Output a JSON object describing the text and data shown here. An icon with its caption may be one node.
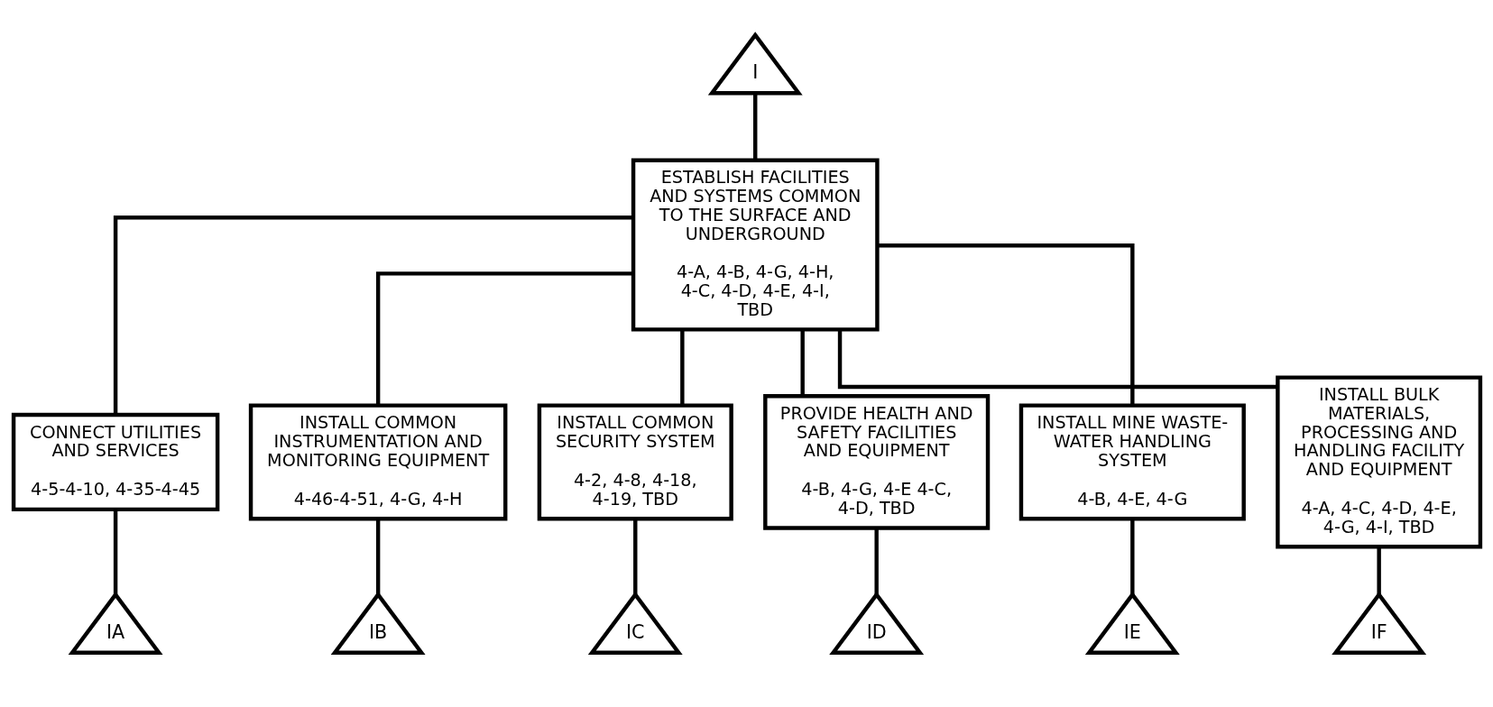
{
  "diagram": {
    "nodes": [
      {
        "text": [
          "I"
        ]
      },
      {
        "text": [
          "ESTABLISH FACILITIES AND SYSTEMS COMMON TO THE SURFACE AND UNDERGROUND",
          "4-A, 4-B, 4-G, 4-H, 4-C, 4-D, 4-E, 4-I, TBD"
        ]
      },
      {
        "text": [
          "CONNECT UTILITIES AND SERVICES",
          "4-5-4-10, 4-35-4-45"
        ]
      },
      {
        "text": [
          "INSTALL COMMON INSTRUMENTATION AND MONITORING EQUIPMENT",
          "4-46-4-51, 4-G, 4-H"
        ]
      },
      {
        "text": [
          "INSTALL COMMON SECURITY SYSTEM",
          "4-2, 4-8, 4-18, 4-19, TBD"
        ]
      },
      {
        "text": [
          "PROVIDE HEALTH AND SAFETY FACILITIES AND EQUIPMENT",
          "4-B, 4-G, 4-E 4-C, 4-D, TBD"
        ]
      },
      {
        "text": [
          "INSTALL MINE WASTE-WATER HANDLING SYSTEM",
          "4-B, 4-E, 4-G"
        ]
      },
      {
        "text": [
          "INSTALL BULK MATERIALS, PROCESSING AND HANDLING FACILITY AND EQUIPMENT",
          "4-A, 4-C, 4-D, 4-E, 4-G, 4-I, TBD"
        ]
      },
      {
        "text": [
          "IA"
        ]
      },
      {
        "text": [
          "IB"
        ]
      },
      {
        "text": [
          "IC"
        ]
      },
      {
        "text": [
          "ID"
        ]
      },
      {
        "text": [
          "IE"
        ]
      },
      {
        "text": [
          "IF"
        ]
      }
    ],
    "edges": [
      {
        "from": 0,
        "to": 1,
        "arrow": "none"
      },
      {
        "from": 1,
        "to": 2,
        "arrow": "none"
      },
      {
        "from": 1,
        "to": 3,
        "arrow": "none"
      },
      {
        "from": 1,
        "to": 4,
        "arrow": "none"
      },
      {
        "from": 1,
        "to": 5,
        "arrow": "none"
      },
      {
        "from": 1,
        "to": 6,
        "arrow": "none"
      },
      {
        "from": 1,
        "to": 7,
        "arrow": "none"
      },
      {
        "from": 2,
        "to": 8,
        "arrow": "none"
      },
      {
        "from": 3,
        "to": 9,
        "arrow": "none"
      },
      {
        "from": 4,
        "to": 10,
        "arrow": "none"
      },
      {
        "from": 5,
        "to": 11,
        "arrow": "none"
      },
      {
        "from": 6,
        "to": 12,
        "arrow": "none"
      },
      {
        "from": 7,
        "to": 13,
        "arrow": "none"
      }
    ]
  }
}
